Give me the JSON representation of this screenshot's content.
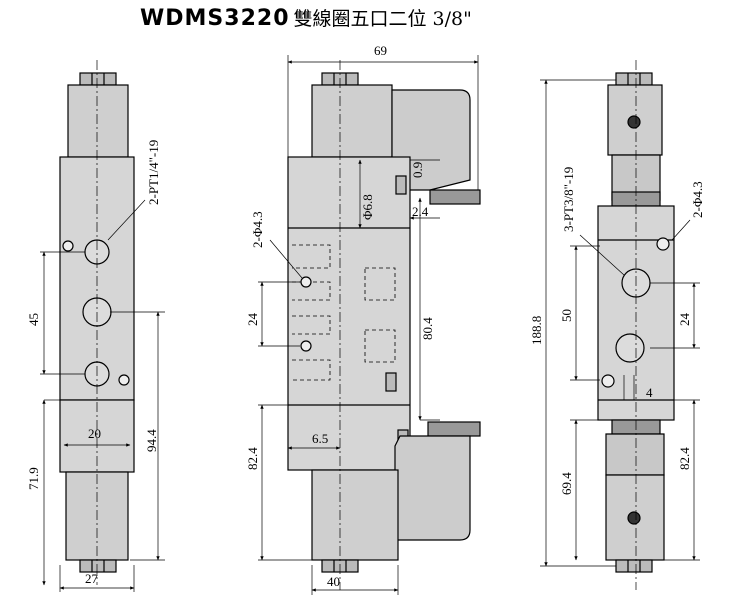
{
  "title": {
    "model": "WDMS3220",
    "description": "雙線圈五口二位 3/8\""
  },
  "left_view": {
    "port_label": "2-PT1/4\"-19",
    "dim_45": "45",
    "dim_20": "20",
    "dim_94_4": "94.4",
    "dim_71_9": "71.9",
    "dim_27": "27"
  },
  "middle_view": {
    "dim_69": "69",
    "hole_label": "2-Φ4.3",
    "dim_6_8": "Φ6.8",
    "dim_0_9": "0.9",
    "dim_2_4": "2.4",
    "dim_24": "24",
    "dim_80_4": "80.4",
    "dim_6_5": "6.5",
    "dim_82_4": "82.4",
    "dim_40": "40"
  },
  "right_view": {
    "port_label": "3-PT3/8\"-19",
    "hole_label": "2-Φ4.3",
    "dim_188_8": "188.8",
    "dim_50": "50",
    "dim_24": "24",
    "dim_4": "4",
    "dim_69_4": "69.4",
    "dim_82_4": "82.4"
  },
  "colors": {
    "body_fill": "#d3d3d3",
    "solenoid_fill": "#cccccc",
    "line": "#000000"
  }
}
